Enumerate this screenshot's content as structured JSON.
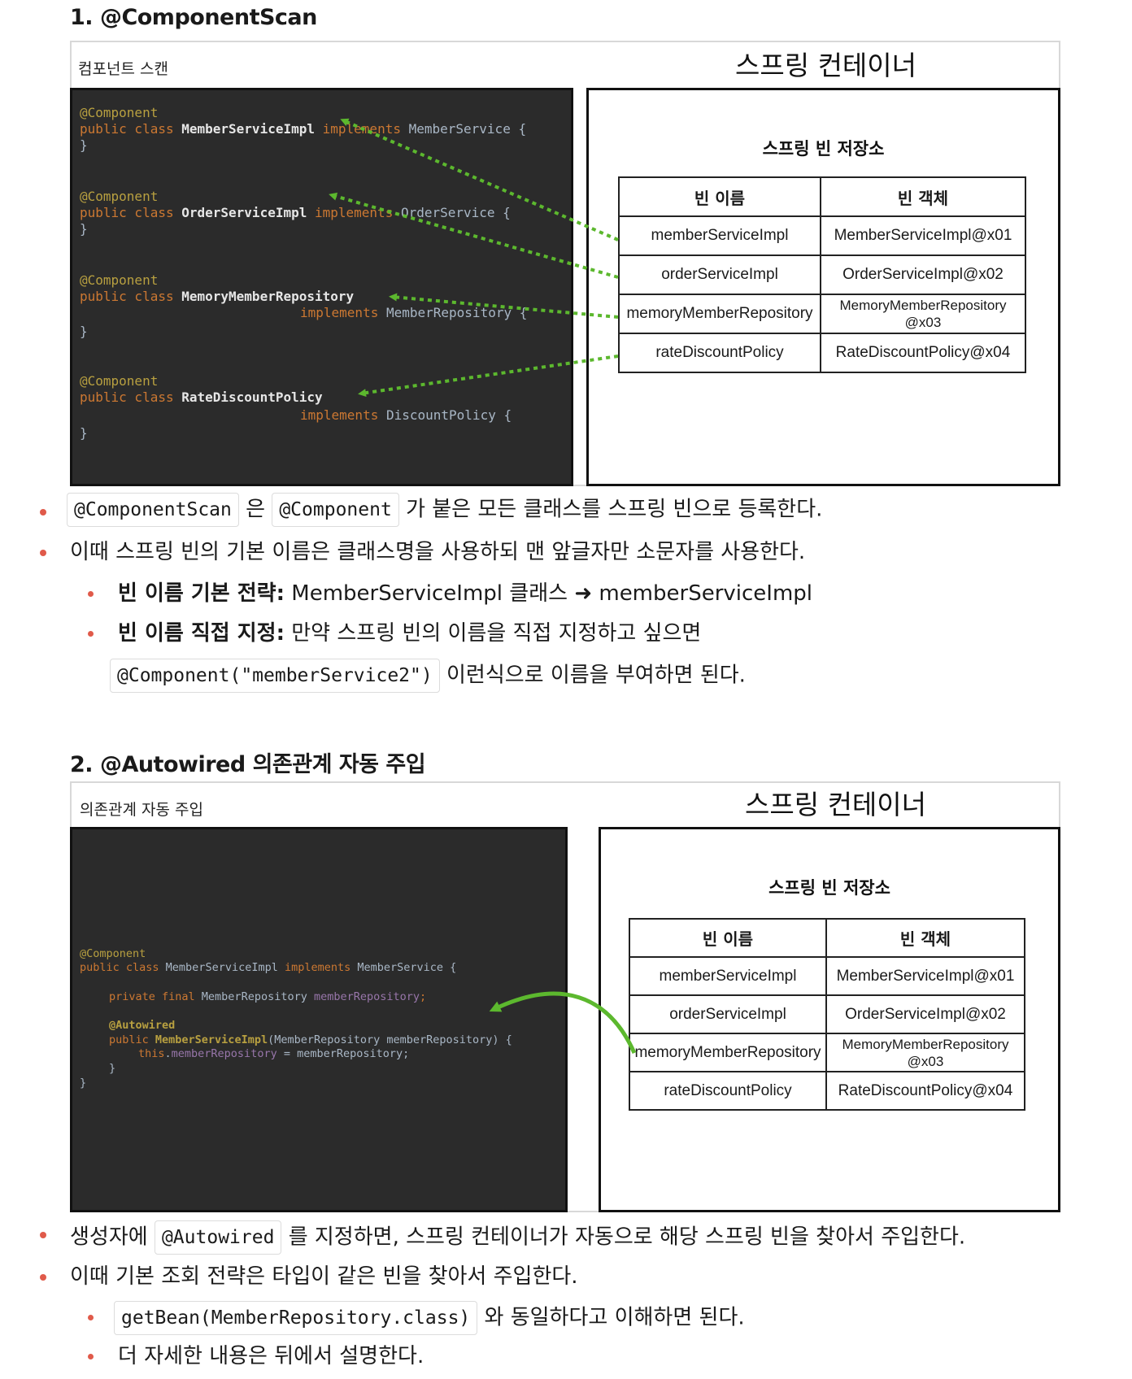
{
  "section1": {
    "heading": "1. @ComponentScan",
    "figure_label": "컴포넌트 스캔",
    "container_title": "스프링 컨테이너",
    "repo_title": "스프링 빈 저장소",
    "code": [
      {
        "ann": "@Component",
        "l1_kw": "public class ",
        "l1_cls": "MemberServiceImpl",
        "l1_kw2": " implements ",
        "l1_plain": "MemberService {",
        "close": "}"
      },
      {
        "ann": "@Component",
        "l1_kw": "public class ",
        "l1_cls": "OrderServiceImpl",
        "l1_kw2": " implements ",
        "l1_plain": "OrderService {",
        "close": "}"
      },
      {
        "ann": "@Component",
        "l1_kw": "public class ",
        "l1_cls": "MemoryMemberRepository",
        "l2_kw": "implements ",
        "l2_plain": "MemberRepository {",
        "close": "}"
      },
      {
        "ann": "@Component",
        "l1_kw": "public class ",
        "l1_cls": "RateDiscountPolicy",
        "l2_kw": "implements ",
        "l2_plain": "DiscountPolicy {",
        "close": "}"
      }
    ]
  },
  "table": {
    "headers": [
      "빈 이름",
      "빈 객체"
    ],
    "rows": [
      [
        "memberServiceImpl",
        "MemberServiceImpl@x01",
        ""
      ],
      [
        "orderServiceImpl",
        "OrderServiceImpl@x02",
        ""
      ],
      [
        "memoryMemberRepository",
        "MemoryMemberRepository",
        "@x03"
      ],
      [
        "rateDiscountPolicy",
        "RateDiscountPolicy@x04",
        ""
      ]
    ]
  },
  "bullets1": {
    "b1_chip1": "@ComponentScan",
    "b1_mid": " 은 ",
    "b1_chip2": "@Component",
    "b1_rest": " 가 붙은 모든 클래스를 스프링 빈으로 등록한다.",
    "b2": "이때 스프링 빈의 기본 이름은 클래스명을 사용하되 맨 앞글자만 소문자를 사용한다.",
    "s1_bold": "빈 이름 기본 전략:",
    "s1_rest": " MemberServiceImpl 클래스 ➜ memberServiceImpl",
    "s2_bold": "빈 이름 직접 지정:",
    "s2_rest": " 만약 스프링 빈의 이름을 직접 지정하고 싶으면",
    "s2_chip": "@Component(\"memberService2\")",
    "s2_cont": " 이런식으로 이름을 부여하면 된다."
  },
  "section2": {
    "heading": "2. @Autowired 의존관계 자동 주입",
    "figure_label": "의존관계 자동 주입",
    "container_title": "스프링 컨테이너",
    "repo_title": "스프링 빈 저장소",
    "code": {
      "ann": "@Component",
      "l1_kw": "public class ",
      "l1_plain": "MemberServiceImpl ",
      "l1_kw2": "implements ",
      "l1_plain2": "MemberService {",
      "f_kw": "private final ",
      "f_plain": "MemberRepository ",
      "f_fld": "memberRepository",
      "f_end": ";",
      "aw": "@Autowired",
      "c_kw": "public ",
      "c_cls": "MemberServiceImpl",
      "c_plain": "(MemberRepository memberRepository) {",
      "t_kw": "this",
      "t_dot": ".",
      "t_fld": "memberRepository",
      "t_plain": " = memberRepository;",
      "close_inner": "}",
      "close_outer": "}"
    }
  },
  "bullets2": {
    "b1_pre": "생성자에 ",
    "b1_chip": "@Autowired",
    "b1_rest": " 를 지정하면, 스프링 컨테이너가 자동으로 해당 스프링 빈을 찾아서 주입한다.",
    "b2": "이때 기본 조회 전략은 타입이 같은 빈을 찾아서 주입한다.",
    "s1_chip": "getBean(MemberRepository.class)",
    "s1_rest": " 와 동일하다고 이해하면 된다.",
    "s2": "더 자세한 내용은 뒤에서 설명한다."
  },
  "colors": {
    "arrow": "#5cb82e",
    "bullet": "#e05a4a",
    "code_bg": "#2b2b2b"
  }
}
